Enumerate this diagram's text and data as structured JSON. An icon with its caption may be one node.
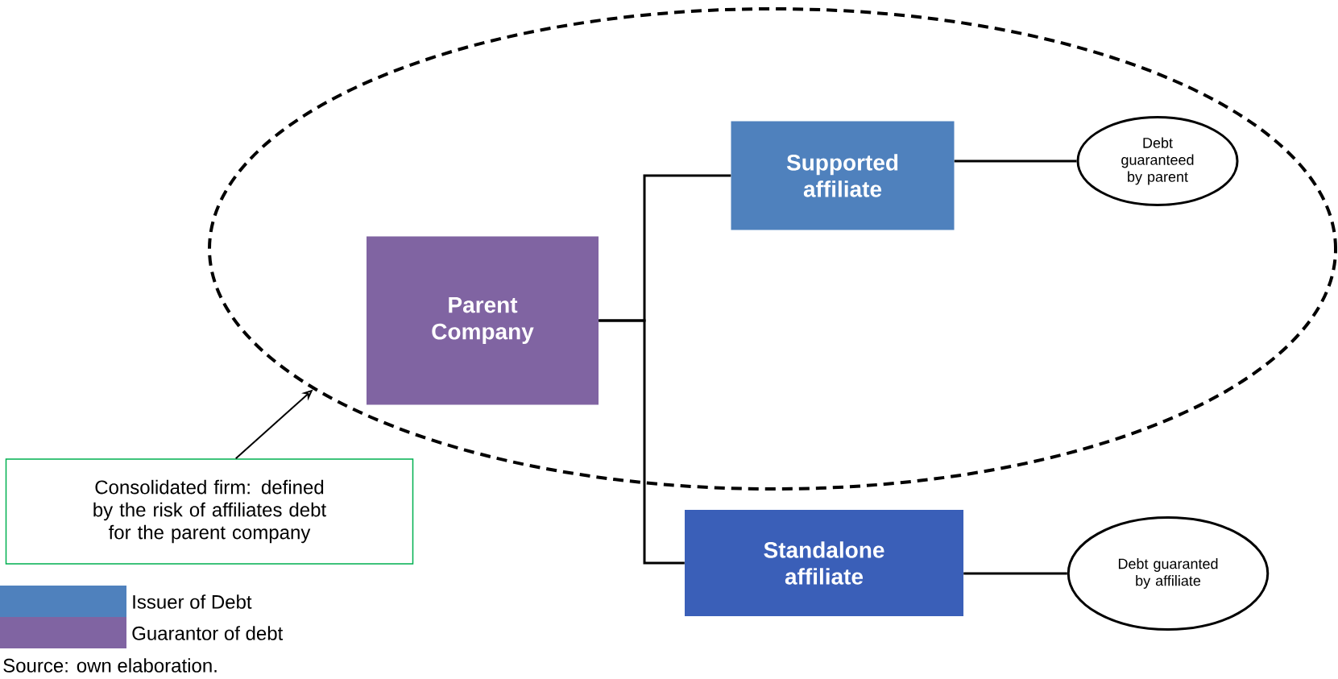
{
  "diagram": {
    "caption": "Source: own elaboration.",
    "nodes": [
      {
        "text": [],
        "shape": "ellipse"
      },
      {
        "text": [
          "Parent Company"
        ],
        "in": 0
      },
      {
        "text": [
          "Supported affiliate"
        ],
        "in": 0
      },
      {
        "text": [
          "Debt guaranteed by parent"
        ],
        "in": 0
      },
      {
        "text": [
          "Standalone affiliate"
        ]
      },
      {
        "text": [
          "Debt guaranted by affiliate"
        ]
      },
      {
        "text": [
          "Consolidated firm: defined by the risk of affiliates debt for the parent company"
        ]
      }
    ],
    "edges": [
      {
        "from": 1,
        "to": 2,
        "arrow": "none"
      },
      {
        "from": 1,
        "to": 4,
        "arrow": "none"
      },
      {
        "from": 2,
        "to": 3,
        "arrow": "none"
      },
      {
        "from": 4,
        "to": 5,
        "arrow": "none"
      },
      {
        "from": 6,
        "to": 0,
        "arrow": "to"
      }
    ],
    "legend": [
      {
        "text": "Issuer of Debt",
        "color": "#4f81bd"
      },
      {
        "text": "Guarantor of debt",
        "color": "#8064a2"
      }
    ]
  }
}
